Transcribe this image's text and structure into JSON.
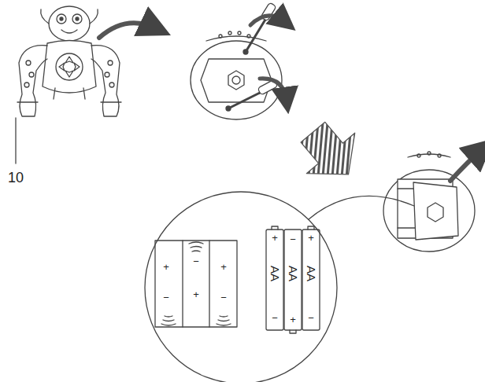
{
  "diagram": {
    "labels": [
      "10",
      "+",
      "−",
      "+",
      "−",
      "+",
      "−",
      "+",
      "AA",
      "−",
      "−",
      "AA",
      "+",
      "+",
      "AA",
      "−"
    ]
  }
}
